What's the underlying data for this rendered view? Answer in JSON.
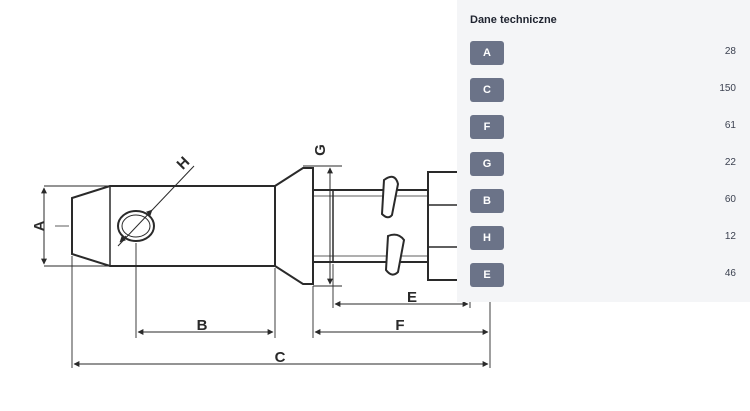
{
  "drawing": {
    "labels": {
      "A": "A",
      "B": "B",
      "C": "C",
      "E": "E",
      "F": "F",
      "G": "G",
      "H": "H"
    }
  },
  "panel": {
    "title": "Dane techniczne",
    "rows": [
      {
        "label": "A",
        "value": "28"
      },
      {
        "label": "C",
        "value": "150"
      },
      {
        "label": "F",
        "value": "61"
      },
      {
        "label": "G",
        "value": "22"
      },
      {
        "label": "B",
        "value": "60"
      },
      {
        "label": "H",
        "value": "12"
      },
      {
        "label": "E",
        "value": "46"
      }
    ]
  },
  "colors": {
    "badge": "#6b7388",
    "panel_bg": "#f4f5f7",
    "line": "#2a2a2a"
  }
}
